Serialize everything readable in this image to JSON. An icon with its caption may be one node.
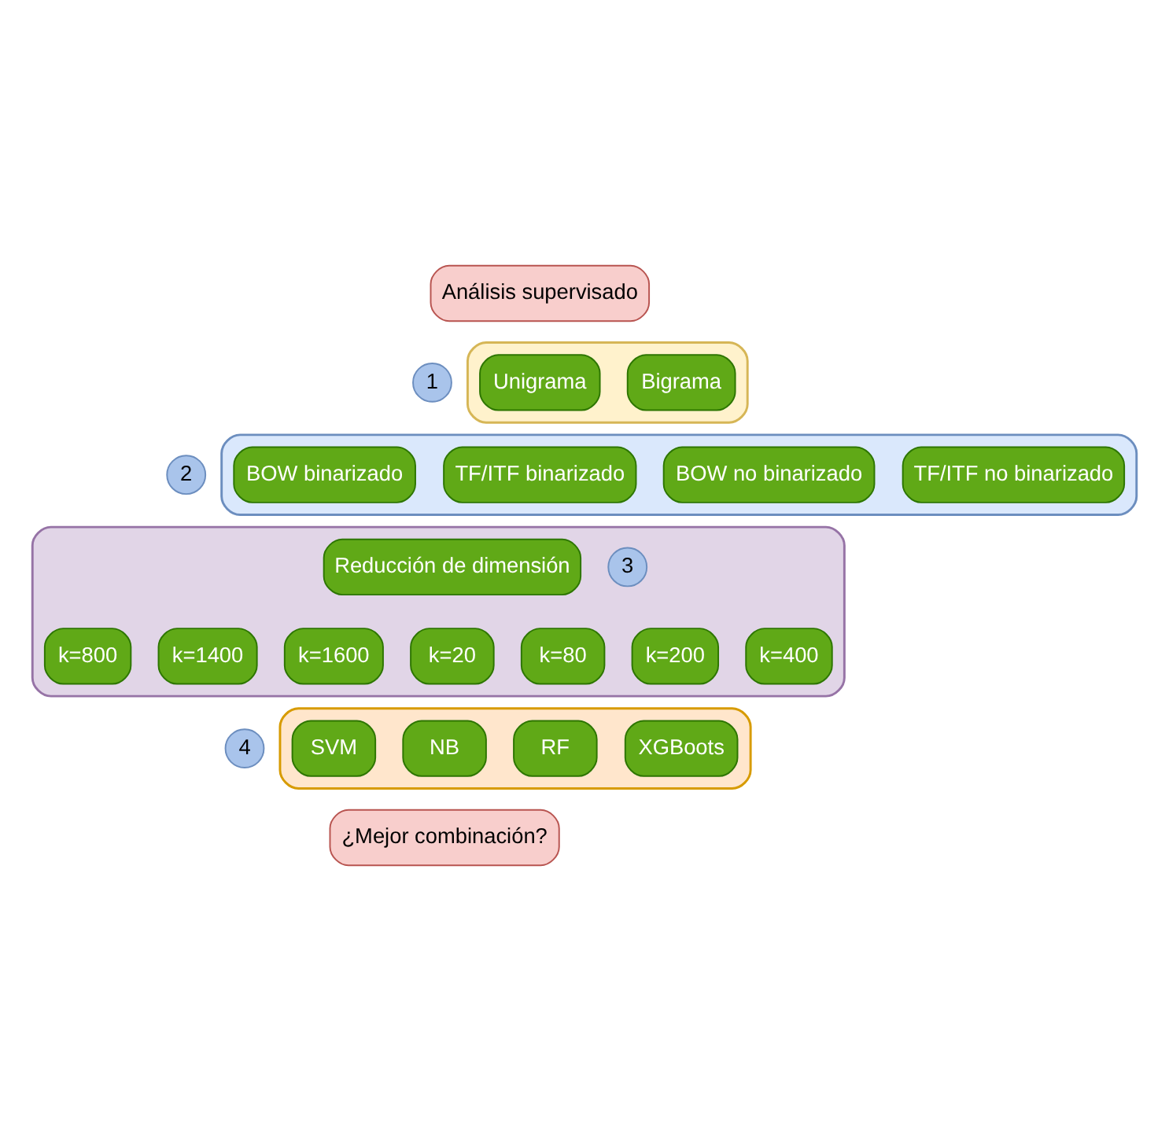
{
  "diagram": {
    "nodes": [
      {
        "text": [
          "Análisis supervisado"
        ]
      },
      {
        "text": [
          "1"
        ]
      },
      {
        "text": [],
        "shape": "box"
      },
      {
        "text": [
          "Unigrama"
        ],
        "in": 2
      },
      {
        "text": [
          "Bigrama"
        ],
        "in": 2
      },
      {
        "text": [
          "2"
        ]
      },
      {
        "text": [],
        "shape": "box"
      },
      {
        "text": [
          "BOW binarizado"
        ],
        "in": 6
      },
      {
        "text": [
          "TF/ITF binarizado"
        ],
        "in": 6
      },
      {
        "text": [
          "BOW no binarizado"
        ],
        "in": 6
      },
      {
        "text": [
          "TF/ITF no binarizado"
        ],
        "in": 6
      },
      {
        "text": [],
        "shape": "box"
      },
      {
        "text": [
          "3"
        ],
        "in": 11
      },
      {
        "text": [
          "Reducción de dimensión"
        ],
        "in": 11
      },
      {
        "text": [
          "k=20"
        ],
        "in": 11
      },
      {
        "text": [
          "k=80"
        ],
        "in": 11
      },
      {
        "text": [
          "k=200"
        ],
        "in": 11
      },
      {
        "text": [
          "k=400"
        ],
        "in": 11
      },
      {
        "text": [
          "k=800"
        ],
        "in": 11
      },
      {
        "text": [
          "k=1400"
        ],
        "in": 11
      },
      {
        "text": [
          "k=1600"
        ],
        "in": 11
      },
      {
        "text": [
          "4"
        ]
      },
      {
        "text": [],
        "shape": "box"
      },
      {
        "text": [
          "SVM"
        ],
        "in": 22
      },
      {
        "text": [
          "NB"
        ],
        "in": 22
      },
      {
        "text": [
          "RF"
        ],
        "in": 22
      },
      {
        "text": [
          "XGBoots"
        ],
        "in": 22
      },
      {
        "text": [
          "¿Mejor combinación?"
        ]
      }
    ]
  }
}
